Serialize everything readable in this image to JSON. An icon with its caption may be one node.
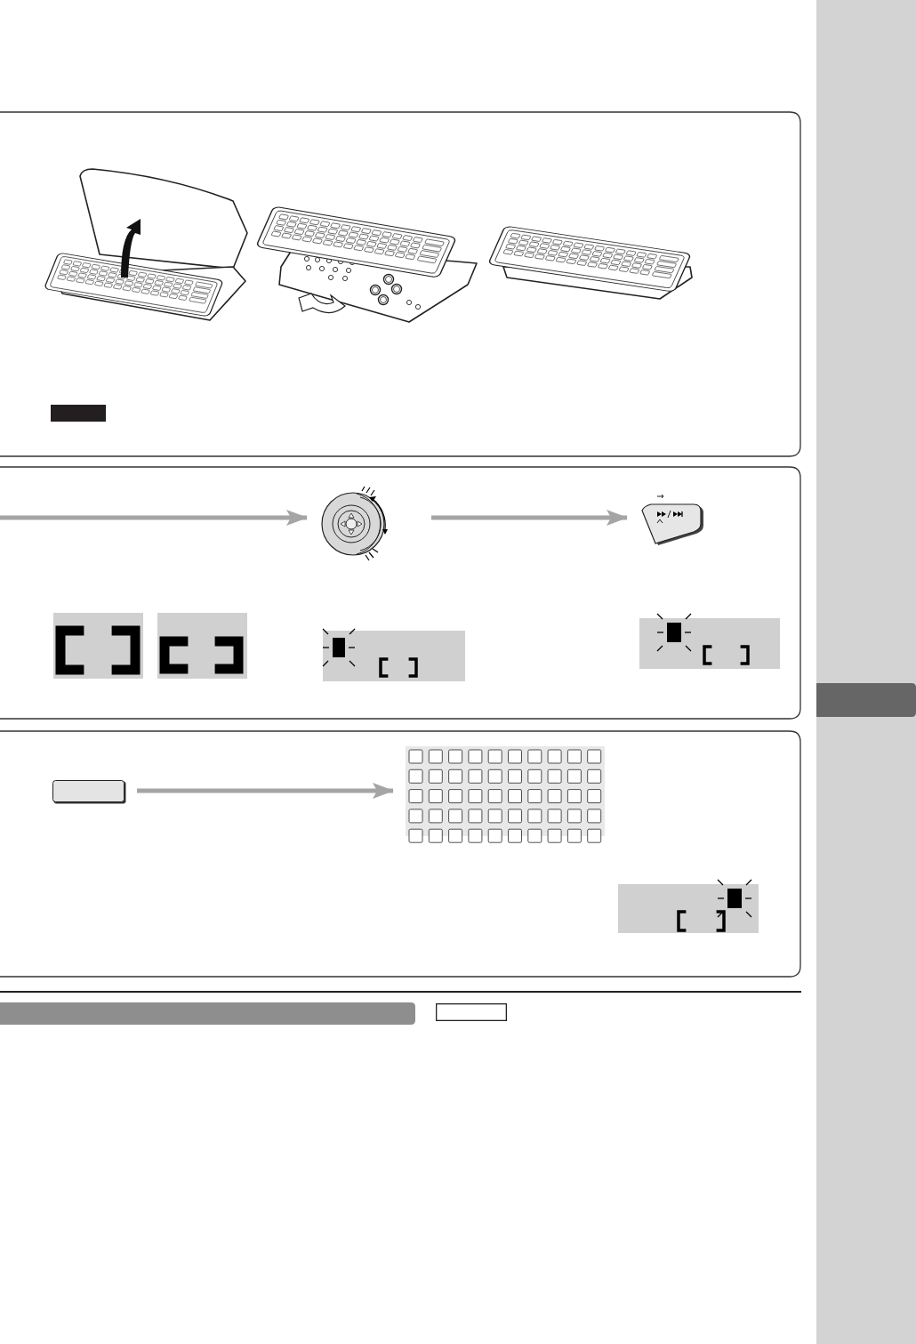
{
  "diagram": {
    "nodes": [
      {
        "text": [],
        "shape": "box"
      },
      {
        "text": [],
        "shape": "dial"
      },
      {
        "text": [],
        "shape": "button"
      },
      {
        "text": [],
        "shape": "bar"
      },
      {
        "text": [],
        "shape": "key"
      },
      {
        "text": [],
        "shape": "keypad"
      },
      {
        "text": [],
        "shape": "bar"
      },
      {
        "text": [],
        "shape": "box"
      }
    ],
    "edges": [
      {
        "from": null,
        "to": 1,
        "arrow": "to"
      },
      {
        "from": 1,
        "to": 2,
        "arrow": "to"
      },
      {
        "from": 4,
        "to": 5,
        "arrow": "to"
      }
    ]
  }
}
